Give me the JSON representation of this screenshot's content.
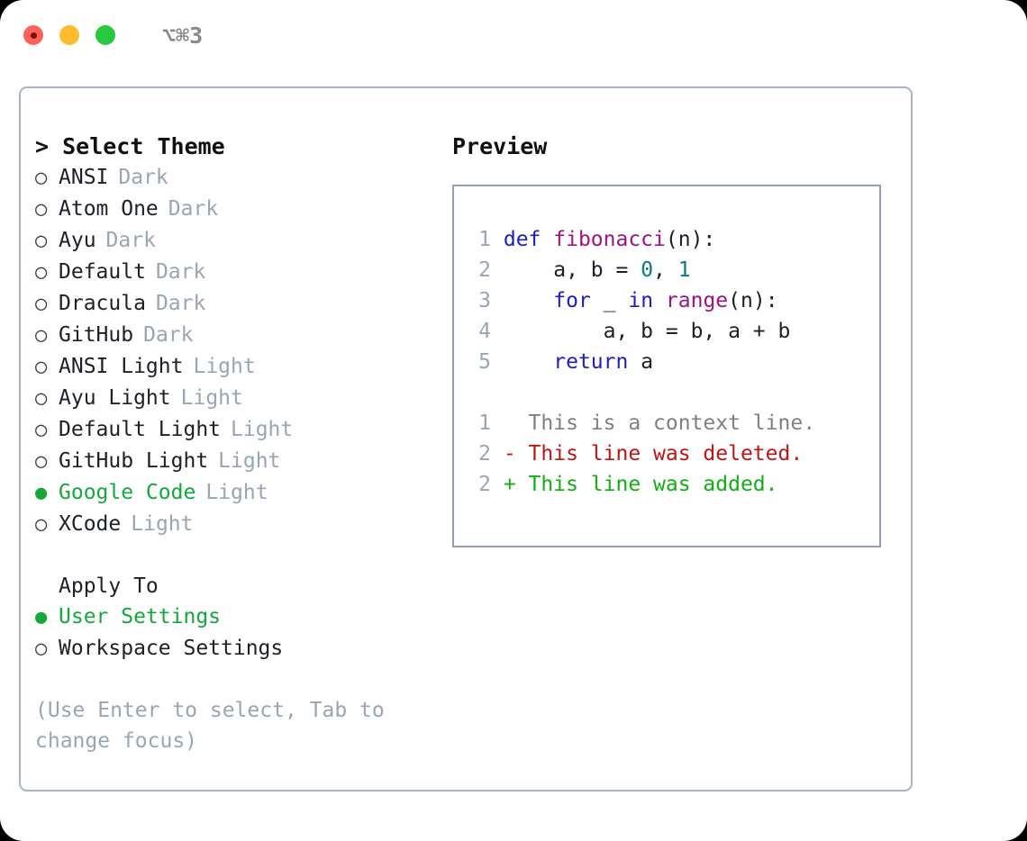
{
  "titlebar": {
    "shortcut": "⌥⌘3",
    "lights": [
      "close",
      "minimize",
      "zoom"
    ]
  },
  "theme_picker": {
    "header": "> Select Theme",
    "marker_selected": "●",
    "marker_unselected": "○",
    "accent_color": "#14a83c",
    "muted_color": "#9aa5b4",
    "options": [
      {
        "name": "ANSI",
        "variant": "Dark",
        "selected": false
      },
      {
        "name": "Atom One",
        "variant": "Dark",
        "selected": false
      },
      {
        "name": "Ayu",
        "variant": "Dark",
        "selected": false
      },
      {
        "name": "Default",
        "variant": "Dark",
        "selected": false
      },
      {
        "name": "Dracula",
        "variant": "Dark",
        "selected": false
      },
      {
        "name": "GitHub",
        "variant": "Dark",
        "selected": false
      },
      {
        "name": "ANSI Light",
        "variant": "Light",
        "selected": false
      },
      {
        "name": "Ayu Light",
        "variant": "Light",
        "selected": false
      },
      {
        "name": "Default Light",
        "variant": "Light",
        "selected": false
      },
      {
        "name": "GitHub Light",
        "variant": "Light",
        "selected": false
      },
      {
        "name": "Google Code",
        "variant": "Light",
        "selected": true
      },
      {
        "name": "XCode",
        "variant": "Light",
        "selected": false
      }
    ]
  },
  "apply_to": {
    "header": "Apply To",
    "options": [
      {
        "name": "User Settings",
        "selected": true
      },
      {
        "name": "Workspace Settings",
        "selected": false
      }
    ]
  },
  "hint": "(Use Enter to select, Tab to change focus)",
  "preview": {
    "header": "Preview",
    "code_lines": [
      {
        "n": "1",
        "tokens": [
          {
            "t": "def ",
            "c": "kw"
          },
          {
            "t": "fibonacci",
            "c": "fn"
          },
          {
            "t": "(n):",
            "c": "pln"
          }
        ]
      },
      {
        "n": "2",
        "tokens": [
          {
            "t": "    a, b = ",
            "c": "pln"
          },
          {
            "t": "0",
            "c": "num"
          },
          {
            "t": ", ",
            "c": "pln"
          },
          {
            "t": "1",
            "c": "num"
          }
        ]
      },
      {
        "n": "3",
        "tokens": [
          {
            "t": "    ",
            "c": "pln"
          },
          {
            "t": "for",
            "c": "kw"
          },
          {
            "t": " _ ",
            "c": "pln"
          },
          {
            "t": "in",
            "c": "kw"
          },
          {
            "t": " ",
            "c": "pln"
          },
          {
            "t": "range",
            "c": "fn"
          },
          {
            "t": "(n):",
            "c": "pln"
          }
        ]
      },
      {
        "n": "4",
        "tokens": [
          {
            "t": "        a, b = b, a + b",
            "c": "pln"
          }
        ]
      },
      {
        "n": "5",
        "tokens": [
          {
            "t": "    ",
            "c": "pln"
          },
          {
            "t": "return",
            "c": "kw"
          },
          {
            "t": " a",
            "c": "pln"
          }
        ]
      }
    ],
    "diff_lines": [
      {
        "n": "1",
        "prefix": "  ",
        "text": "This is a context line.",
        "kind": "ctx"
      },
      {
        "n": "2",
        "prefix": "- ",
        "text": "This line was deleted.",
        "kind": "del"
      },
      {
        "n": "2",
        "prefix": "+ ",
        "text": "This line was added.",
        "kind": "add"
      }
    ]
  }
}
